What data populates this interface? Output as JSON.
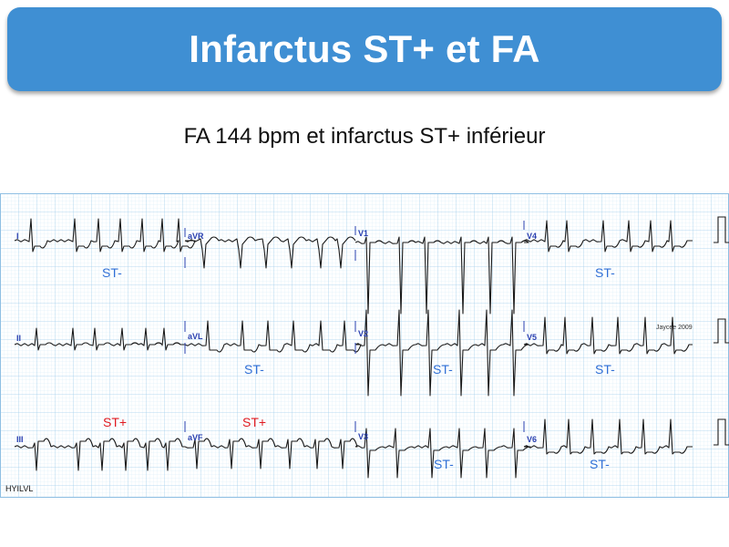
{
  "slide": {
    "title": "Infarctus ST+ et FA",
    "subtitle": "FA 144 bpm et infarctus ST+ inférieur"
  },
  "ecg": {
    "leads": {
      "I": "I",
      "II": "II",
      "III": "III",
      "aVR": "aVR",
      "aVL": "aVL",
      "aVF": "aVF",
      "V1": "V1",
      "V2": "V2",
      "V3": "V3",
      "V4": "V4",
      "V5": "V5",
      "V6": "V6"
    },
    "annotations": {
      "st_minus": "ST-",
      "st_plus": "ST+"
    },
    "credit": "Jaycee 2009",
    "watermark": "HYILVL",
    "colors": {
      "grid_minor": "#cfe6f6",
      "grid_major": "#9dcbea",
      "trace": "#1a1a1a",
      "lead_label": "#2a40b0",
      "st_minus": "#2f6fd6",
      "st_plus": "#e0191f",
      "banner": "#3f8fd3"
    }
  }
}
